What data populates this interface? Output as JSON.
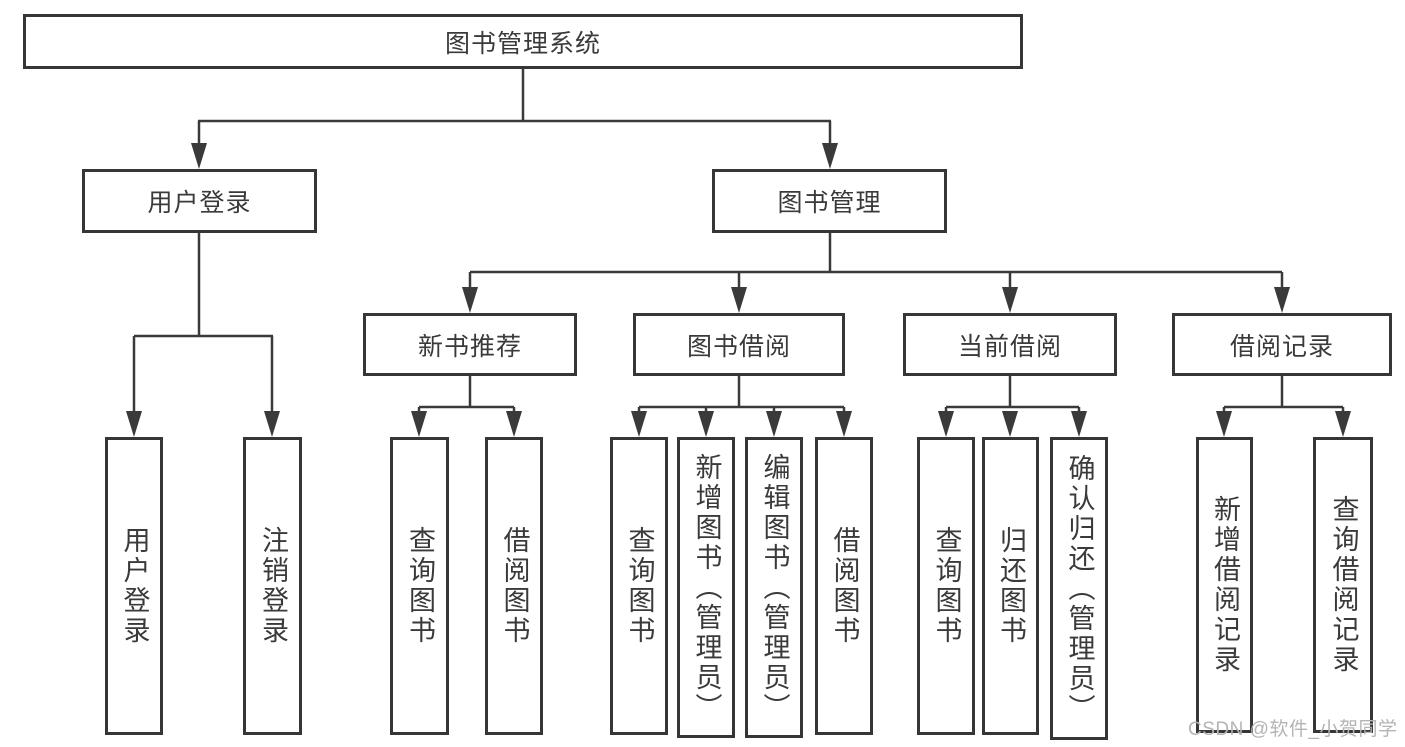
{
  "nodes": {
    "root": "图书管理系统",
    "user_login": "用户登录",
    "book_management": "图书管理",
    "new_book_recommendation": "新书推荐",
    "book_borrowing": "图书借阅",
    "current_borrowing": "当前借阅",
    "borrowing_records": "借阅记录",
    "leaf_user_login": "用户登录",
    "leaf_logout": "注销登录",
    "leaf_nb_query_books": "查询图书",
    "leaf_nb_borrow_books": "借阅图书",
    "leaf_bb_query_books": "查询图书",
    "leaf_bb_add_books": "新增图书（管理员）",
    "leaf_bb_edit_books": "编辑图书（管理员）",
    "leaf_bb_borrow_books": "借阅图书",
    "leaf_cb_query_books": "查询图书",
    "leaf_cb_return_books": "归还图书",
    "leaf_cb_confirm_return": "确认归还（管理员）",
    "leaf_br_add_record": "新增借阅记录",
    "leaf_br_query_record": "查询借阅记录"
  },
  "hierarchy": {
    "图书管理系统": {
      "用户登录": [
        "用户登录",
        "注销登录"
      ],
      "图书管理": {
        "新书推荐": [
          "查询图书",
          "借阅图书"
        ],
        "图书借阅": [
          "查询图书",
          "新增图书（管理员）",
          "编辑图书（管理员）",
          "借阅图书"
        ],
        "当前借阅": [
          "查询图书",
          "归还图书",
          "确认归还（管理员）"
        ],
        "借阅记录": [
          "新增借阅记录",
          "查询借阅记录"
        ]
      }
    }
  },
  "watermark": "CSDN @软件_小贺同学",
  "colors": {
    "line": "#3a3a3a",
    "box_border": "#363636",
    "text": "#3a3a3a",
    "watermark": "#b4b4b4",
    "background": "#ffffff"
  }
}
